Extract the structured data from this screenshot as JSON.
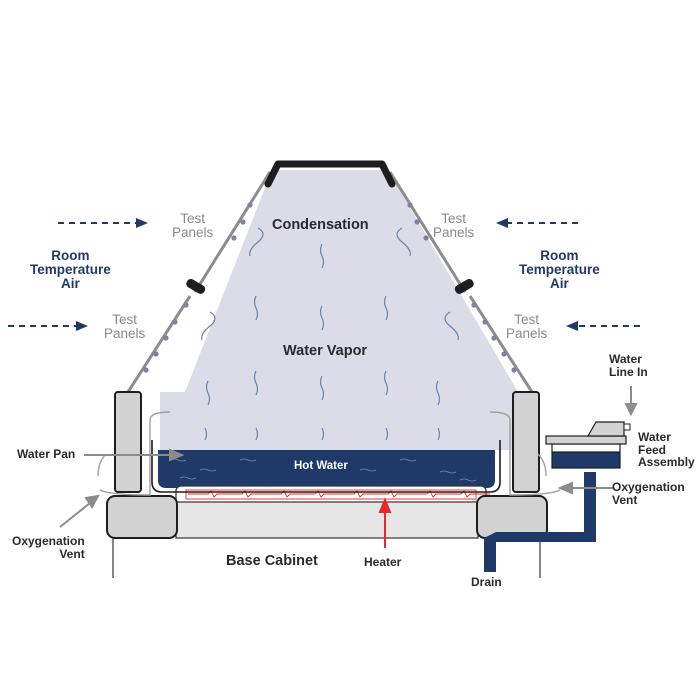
{
  "diagram": {
    "title_regions": {
      "condensation": "Condensation",
      "water_vapor": "Water Vapor",
      "hot_water": "Hot Water",
      "base_cabinet": "Base Cabinet"
    },
    "labels": {
      "room_air_left": [
        "Room",
        "Temperature",
        "Air"
      ],
      "room_air_right": [
        "Room",
        "Temperature",
        "Air"
      ],
      "test_panels_upper_left": [
        "Test",
        "Panels"
      ],
      "test_panels_lower_left": [
        "Test",
        "Panels"
      ],
      "test_panels_upper_right": [
        "Test",
        "Panels"
      ],
      "test_panels_lower_right": [
        "Test",
        "Panels"
      ],
      "water_pan": "Water Pan",
      "oxygenation_vent_left": [
        "Oxygenation",
        "Vent"
      ],
      "oxygenation_vent_right": [
        "Oxygenation",
        "Vent"
      ],
      "water_line_in": [
        "Water",
        "Line In"
      ],
      "water_feed_assembly": [
        "Water",
        "Feed",
        "Assembly"
      ],
      "heater": "Heater",
      "drain": "Drain"
    },
    "colors": {
      "navy": "#1f3a68",
      "chamber_fill": "#dcdce8",
      "water": "#1f3a68",
      "panel_gray": "#8c8c8c",
      "heater_red": "#e8262b",
      "cabinet_gray": "#d2d2d2",
      "label_gray": "#8a8a8a"
    }
  }
}
